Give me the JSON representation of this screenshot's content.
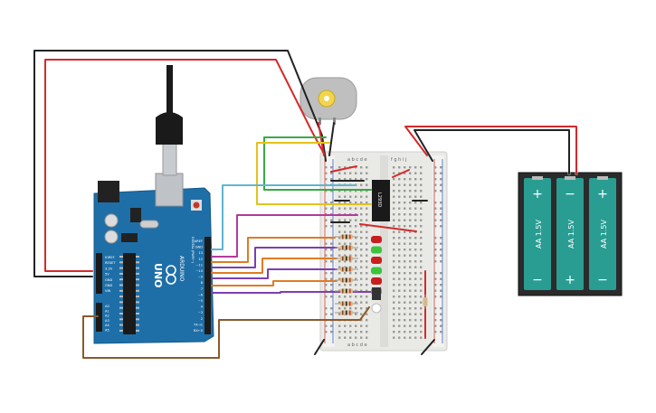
{
  "arduino": {
    "brand": "ARDUINO",
    "model": "UNO",
    "header_digital": "DIGITAL (PWM~)",
    "analog_pins": [
      "A0",
      "A1",
      "A2",
      "A3",
      "A4",
      "A5"
    ],
    "power_pins": [
      "IOREF",
      "RESET",
      "3.3V",
      "5V",
      "GND",
      "GND",
      "VIN"
    ],
    "digital_pins": [
      "AREF",
      "GND",
      "13",
      "12",
      "~11",
      "~10",
      "~9",
      "8",
      "7",
      "~6",
      "~5",
      "4",
      "~3",
      "2",
      "TX→1",
      "RX←0"
    ]
  },
  "breadboard": {
    "columns_top": "a b c d e",
    "columns_top_right": "f g h i j",
    "columns_bottom": "a b c d e"
  },
  "ic": {
    "label": "L293D"
  },
  "battery": {
    "cells": [
      {
        "label": "AA 1.5V",
        "polarity_top": "+",
        "polarity_bottom": "−"
      },
      {
        "label": "AA 1.5V",
        "polarity_top": "−",
        "polarity_bottom": "+"
      },
      {
        "label": "AA 1.5V",
        "polarity_top": "+",
        "polarity_bottom": "−"
      }
    ]
  },
  "colors": {
    "board": "#1e6fa8",
    "breadboard": "#e9e9e6",
    "battery_case": "#2b2b2b",
    "battery_cell": "#2a9d93",
    "wire_red": "#d42a2a",
    "wire_black": "#222222",
    "wire_green": "#3aa845",
    "wire_yellow": "#e3c21a",
    "wire_cyan": "#5fb5cf",
    "wire_magenta": "#b43a9c",
    "wire_orange": "#e07b22",
    "wire_purple": "#7c3fb0",
    "wire_brown": "#8a5a2a",
    "led_red": "#c81e1e",
    "led_green": "#3cc43c"
  }
}
